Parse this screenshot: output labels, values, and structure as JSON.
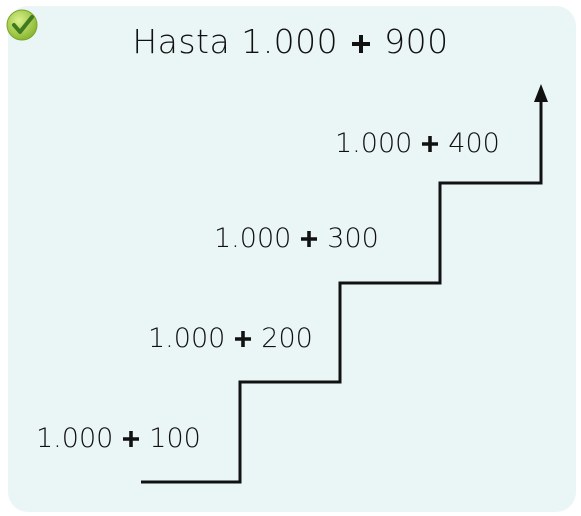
{
  "title": {
    "prefix": "Hasta 1.000",
    "suffix": "900"
  },
  "steps": [
    {
      "base": "1.000",
      "add": "100"
    },
    {
      "base": "1.000",
      "add": "200"
    },
    {
      "base": "1.000",
      "add": "300"
    },
    {
      "base": "1.000",
      "add": "400"
    }
  ],
  "colors": {
    "card_background": "#eaf6f5",
    "ink": "#111111",
    "check_badge": "#9bc53d",
    "check_mark": "#3f7a1f"
  },
  "icons": {
    "badge": "checkmark-icon",
    "operator": "plus-icon",
    "arrow": "arrow-up-icon"
  }
}
